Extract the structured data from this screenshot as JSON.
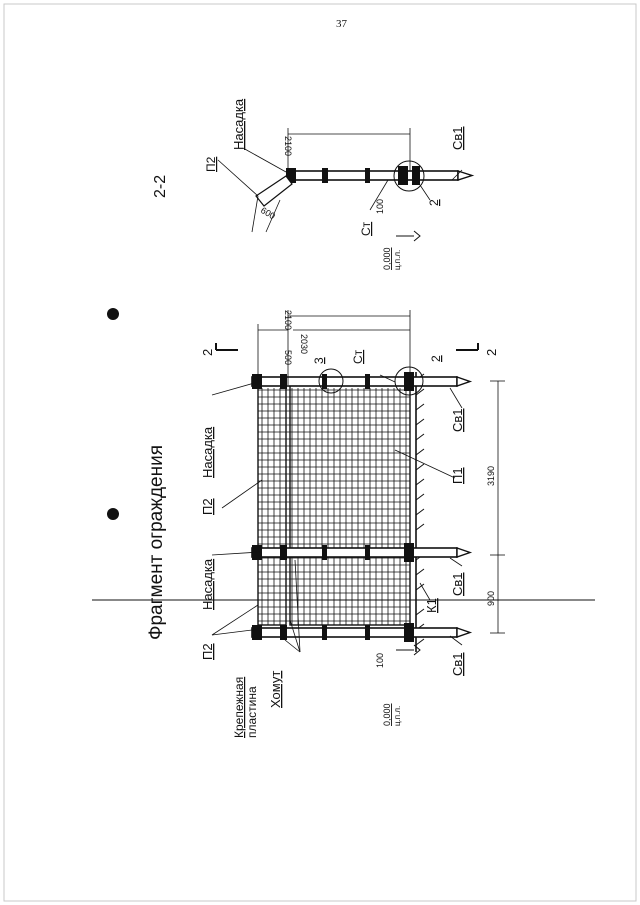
{
  "page": {
    "number": "37"
  },
  "drawing": {
    "main_title": "Фрагмент ограждения",
    "section_title": "2-2",
    "section_mark": "2",
    "labels": {
      "nasadka": "Насадка",
      "p2": "П2",
      "p1": "П1",
      "st": "Ст",
      "sv1": "Св1",
      "k1": "К1",
      "homut": "Хомут",
      "krep_line1": "Крепежная",
      "krep_line2": "пластина",
      "node2": "2",
      "node3": "3",
      "zero_level": "0,000",
      "level_note": "ц.п.л."
    },
    "dimensions": {
      "d2100": "2100",
      "d2030": "2030",
      "d500": "500",
      "d3190": "3190",
      "d900": "900",
      "d100": "100",
      "d600": "600",
      "d1000": "100"
    }
  },
  "colors": {
    "ink": "#111111",
    "paper": "#ffffff"
  }
}
